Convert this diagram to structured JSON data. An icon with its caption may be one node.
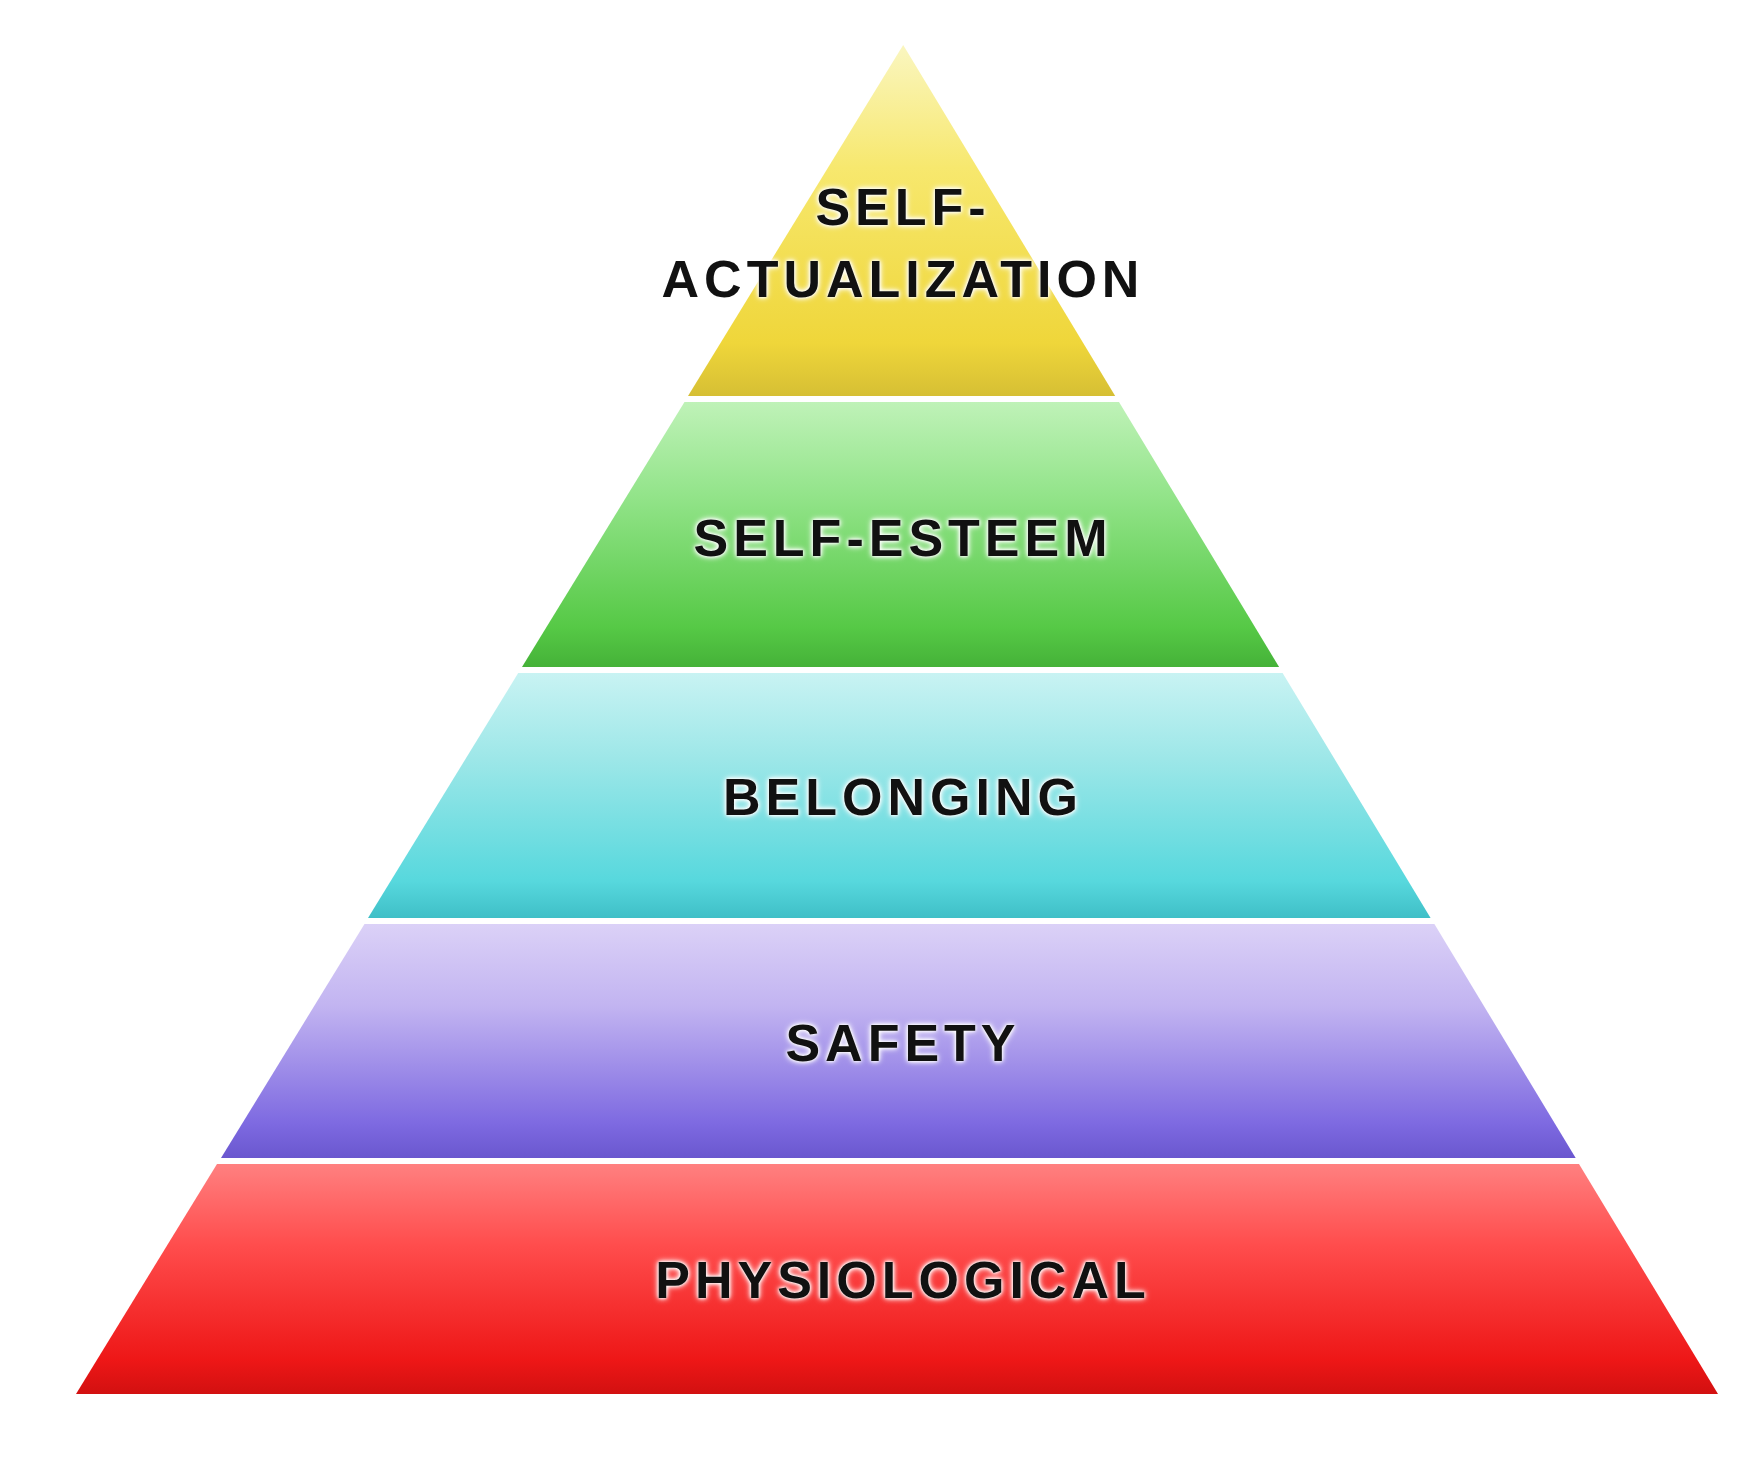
{
  "diagram": {
    "nodes": [
      {
        "text": [
          "SELF-ACTUALIZATION"
        ]
      },
      {
        "text": [
          "SELF-ESTEEM"
        ]
      },
      {
        "text": [
          "BELONGING"
        ]
      },
      {
        "text": [
          "SAFETY"
        ]
      },
      {
        "text": [
          "PHYSIOLOGICAL"
        ]
      }
    ]
  }
}
